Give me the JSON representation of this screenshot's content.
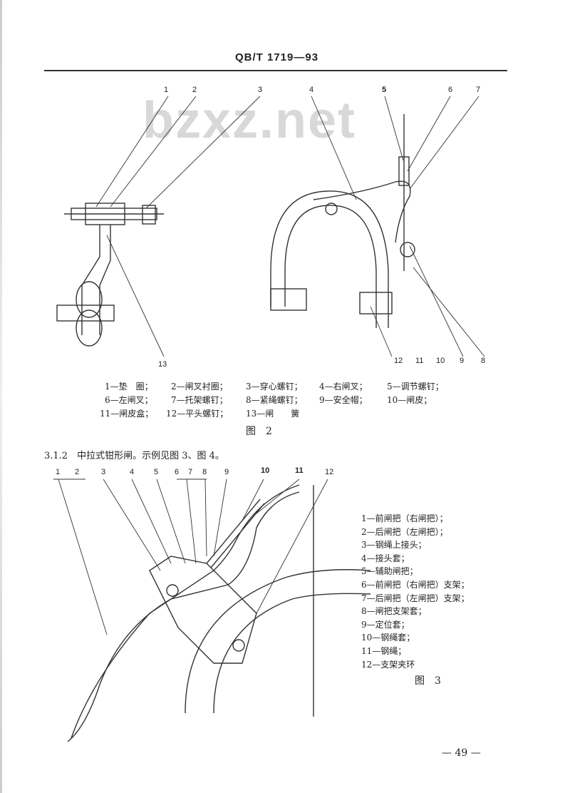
{
  "header": {
    "standard_code": "QB/T 1719—93"
  },
  "watermark": "bzxz.net",
  "figure2": {
    "callouts_top": [
      "1",
      "2",
      "3",
      "4",
      "5",
      "6",
      "7"
    ],
    "callouts_bottom": [
      "13",
      "12",
      "11",
      "10",
      "9",
      "8"
    ],
    "legend": [
      [
        "1—垫　圈；",
        "2—闸叉衬圈；",
        "3—穿心螺钉；",
        "4—右闸叉；",
        "5—调节螺钉；"
      ],
      [
        "6—左闸叉；",
        "7—托架螺钉；",
        "8—紧绳螺钉；",
        "9—安全帽；",
        "10—闸皮；"
      ],
      [
        "11—闸皮盒；",
        "12—平头螺钉；",
        "13—闸　　簧"
      ]
    ],
    "title": "图　2"
  },
  "section": "3.1.2　中拉式钳形闸。示例见图 3、图 4。",
  "figure3": {
    "callouts": [
      "1",
      "2",
      "3",
      "4",
      "5",
      "6",
      "7",
      "8",
      "9",
      "10",
      "11",
      "12"
    ],
    "legend": [
      "1—前闸把（右闸把）；",
      "2—后闸把（左闸把）；",
      "3—钢绳上接头；",
      "4—接头套；",
      "5—辅助闸把；",
      "6—前闸把（右闸把）支架；",
      "7—后闸把（左闸把）支架；",
      "8—闸把支架套；",
      "9—定位套；",
      "10—钢绳套；",
      "11—钢绳；",
      "12—支架夹环"
    ],
    "title": "图　3"
  },
  "page_number": "— 49 —"
}
